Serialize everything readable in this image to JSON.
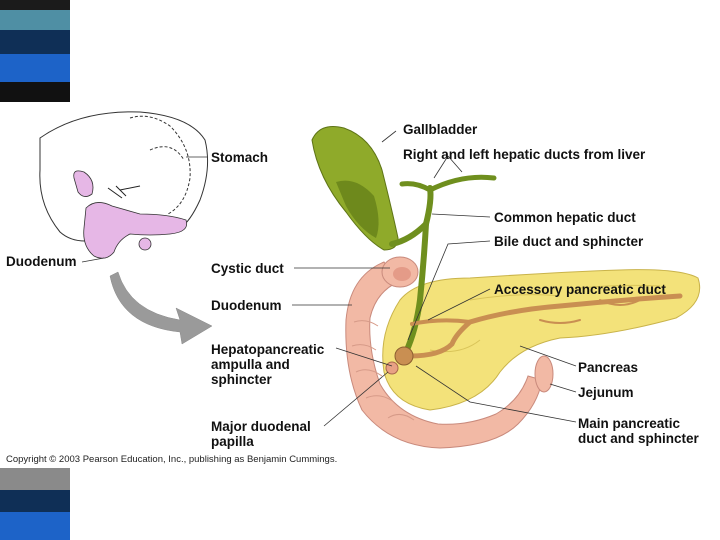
{
  "colors": {
    "stripe_dark": "#111111",
    "stripe_teal": "#4f8fa4",
    "stripe_navy": "#0f2f56",
    "stripe_blue": "#1d63c8",
    "stripe_grey": "#8a8a8a",
    "gallbladder": "#8faa2a",
    "duct_green": "#6f8f1e",
    "duodenum": "#f2b9a5",
    "pancreas": "#f3e27a",
    "pancreatic_duct": "#c98f52",
    "sketch_pink": "#e6b7e6",
    "arrow_grey": "#9a9a9a"
  },
  "labels": {
    "gallbladder": "Gallbladder",
    "hepatic_ducts": "Right and left hepatic ducts from liver",
    "stomach": "Stomach",
    "common_hepatic_duct": "Common hepatic duct",
    "bile_duct": "Bile duct and sphincter",
    "duodenum_sketch": "Duodenum",
    "cystic_duct": "Cystic duct",
    "accessory_duct": "Accessory pancreatic duct",
    "duodenum": "Duodenum",
    "hepatopancreatic_1": "Hepatopancreatic",
    "hepatopancreatic_2": "ampulla and",
    "hepatopancreatic_3": "sphincter",
    "pancreas": "Pancreas",
    "jejunum": "Jejunum",
    "main_duct_1": "Main pancreatic",
    "main_duct_2": "duct and sphincter",
    "papilla_1": "Major duodenal",
    "papilla_2": "papilla"
  },
  "copyright": "Copyright © 2003 Pearson Education, Inc., publishing as Benjamin Cummings."
}
